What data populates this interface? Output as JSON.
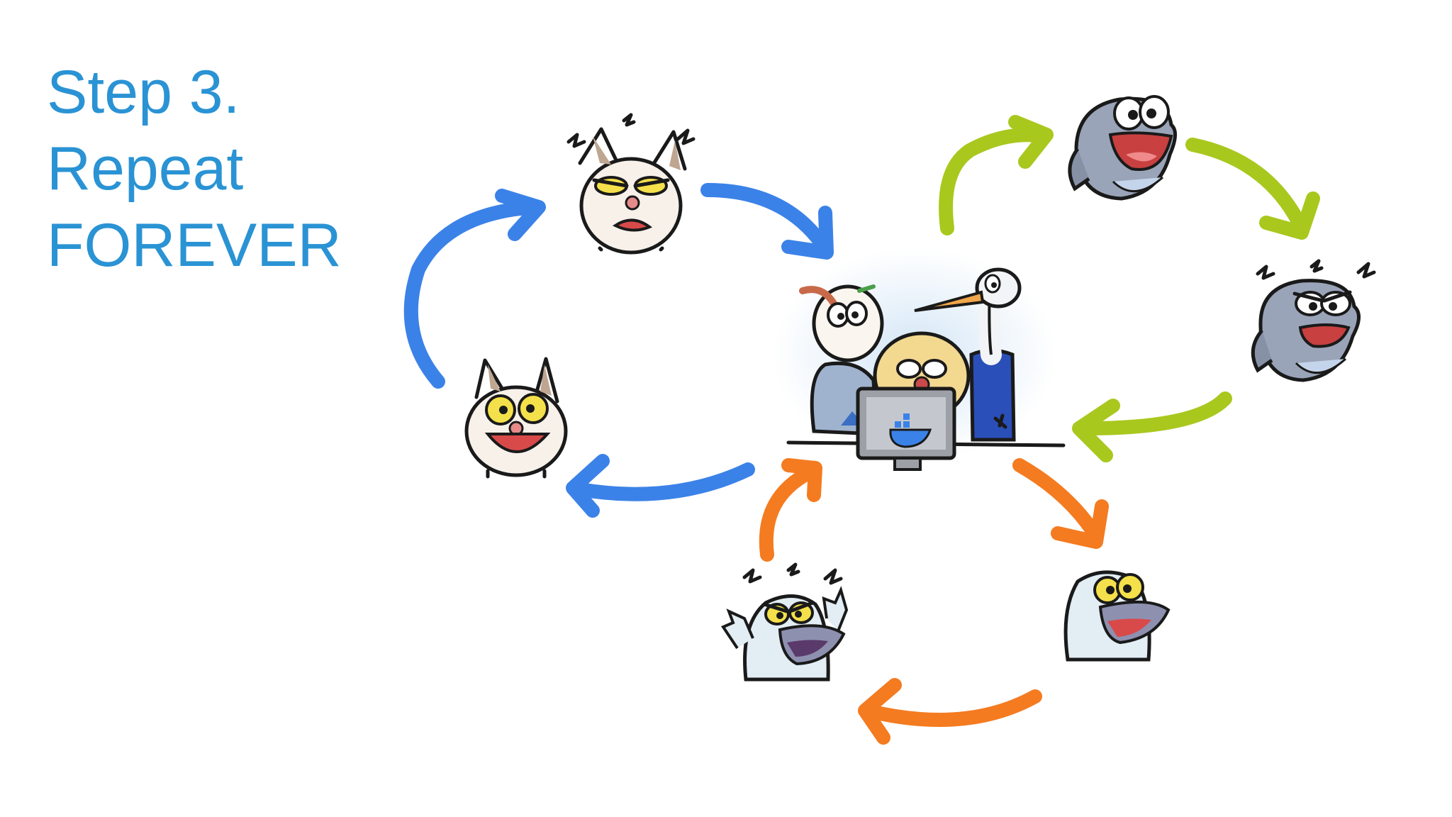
{
  "title": {
    "line1": "Step 3.",
    "line2": "Repeat",
    "line3": "FOREVER"
  },
  "colors": {
    "title": "#2a93d4",
    "loop_blue": "#3b82e8",
    "loop_green": "#a8c81e",
    "loop_orange": "#f47b20"
  },
  "illustration": {
    "center": "docker-team-at-laptop",
    "loops": [
      {
        "color": "blue",
        "characters": [
          "cat-grumpy",
          "cat-happy"
        ]
      },
      {
        "color": "green",
        "characters": [
          "fish-happy",
          "fish-angry"
        ]
      },
      {
        "color": "orange",
        "characters": [
          "bird-happy",
          "bird-angry"
        ]
      }
    ]
  }
}
